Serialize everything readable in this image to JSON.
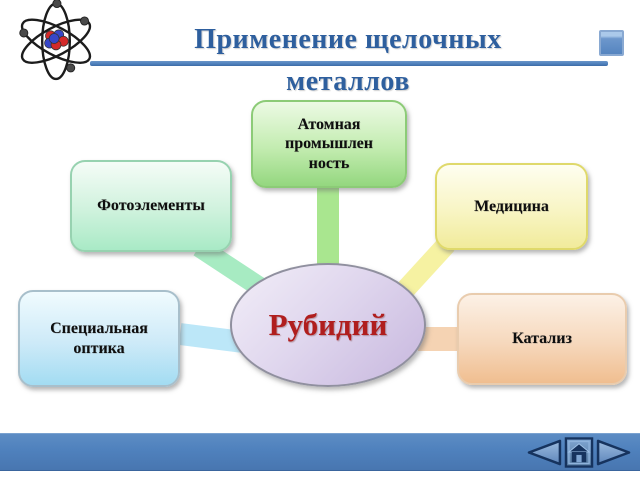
{
  "header": {
    "title_line1": "Применение щелочных",
    "title_line2": "металлов"
  },
  "diagram": {
    "center": {
      "label": "Рубидий"
    },
    "nodes": [
      {
        "id": "atomic-industry",
        "lines": [
          "Атомная",
          "промышлен",
          "ность"
        ]
      },
      {
        "id": "photocells",
        "lines": [
          "Фотоэлементы"
        ]
      },
      {
        "id": "medicine",
        "lines": [
          "Медицина"
        ]
      },
      {
        "id": "special-optics",
        "lines": [
          "Специальная",
          "оптика"
        ]
      },
      {
        "id": "catalysis",
        "lines": [
          "Катализ"
        ]
      }
    ]
  },
  "footer": {
    "nav_icons": [
      "previous-arrow",
      "home",
      "next-arrow"
    ]
  },
  "icons": [
    "atom-logo",
    "decorative-square"
  ],
  "colors": {
    "title_text": "#2E5F9E",
    "title_rule": "#4F81BD",
    "footer_bar": "#4F81BD",
    "nav_outline": "#16335E",
    "center_text": "#B01E1E",
    "center_fill": "#D5C8E6",
    "node_atomic_fill": "#A9E18E",
    "node_photocells_fill": "#AFEBC9",
    "node_medicine_fill": "#F3EDA0",
    "node_special_optics_fill": "#A8DEF2",
    "node_catalysis_fill": "#F1C094",
    "connector_atomic": "#A9E68F",
    "connector_photocells": "#A7EBC2",
    "connector_medicine": "#F6F2A2",
    "connector_special_optics": "#BCE7F8",
    "connector_catalysis": "#F5D3B3"
  }
}
